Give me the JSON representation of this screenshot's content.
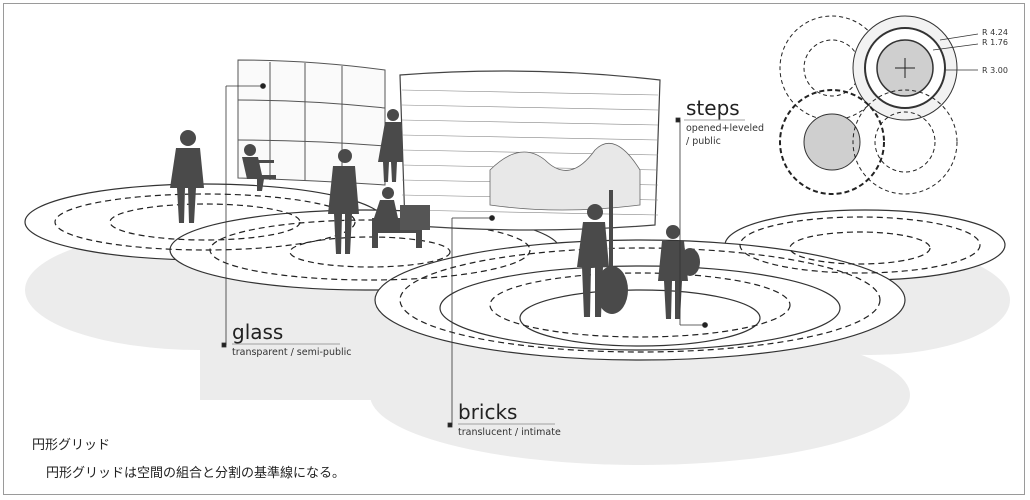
{
  "labels": {
    "glass": {
      "title": "glass",
      "subtitle": "transparent / semi-public"
    },
    "steps": {
      "title": "steps",
      "subtitle_line1": "opened+leveled",
      "subtitle_line2": "/ public"
    },
    "bricks": {
      "title": "bricks",
      "subtitle": "translucent / intimate"
    }
  },
  "radii": {
    "r1": "R 4.24",
    "r2": "R 1.76",
    "r3": "R 3.00"
  },
  "caption": {
    "title": "円形グリッド",
    "body": "円形グリッドは空間の組合と分割の基準線になる。"
  },
  "colors": {
    "figure": "#4a4a4a",
    "ground_shadow": "#e6e6e6",
    "grey_circle": "#cfcfcf",
    "line": "#222222"
  }
}
